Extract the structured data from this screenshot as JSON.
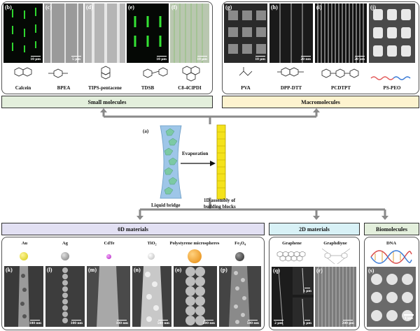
{
  "top_left": {
    "banner": "Small molecules",
    "panels": [
      {
        "label": "(b)",
        "scale": "10 μm",
        "molecule": "Calcein"
      },
      {
        "label": "(c)",
        "scale": "5 μm",
        "molecule": "BPEA"
      },
      {
        "label": "(d)",
        "scale": "",
        "molecule": "TIPS-pentacene"
      },
      {
        "label": "(e)",
        "scale": "10 μm",
        "molecule": "TDSB"
      },
      {
        "label": "(f)",
        "scale": "10 μm",
        "molecule": "C8-4ClPDI"
      }
    ]
  },
  "top_right": {
    "banner": "Macromolecules",
    "panels": [
      {
        "label": "(g)",
        "scale": "10 μm",
        "molecule": "PVA"
      },
      {
        "label": "(h)",
        "scale": "20 nm",
        "molecule": "DPP-DTT"
      },
      {
        "label": "(i)",
        "scale": "20 μm",
        "molecule": "PCDTPT"
      },
      {
        "label": "(j)",
        "scale": "",
        "molecule": "PS-PEO"
      }
    ]
  },
  "center": {
    "label": "(a)",
    "process": "Evaporation",
    "left_caption": "Liquid bridge",
    "right_caption_1": "1D assembly of",
    "right_caption_2": "building blocks"
  },
  "bottom_left": {
    "banner": "0D materials",
    "materials": [
      "Au",
      "Ag",
      "CdTe",
      "TiO₂",
      "Polystyrene microspheres",
      "Fe₃O₄"
    ],
    "materials_colors": [
      "#e7e21d",
      "#9a9a9a",
      "#c63bd0",
      "#d8d8d8",
      "#f39c12",
      "#444444"
    ],
    "panels": [
      {
        "label": "(k)",
        "scale": "100 nm"
      },
      {
        "label": "(l)",
        "scale": "100 nm"
      },
      {
        "label": "(m)",
        "scale": "100 nm"
      },
      {
        "label": "(n)",
        "scale": "500 nm"
      },
      {
        "label": "(o)",
        "scale": "500 nm"
      },
      {
        "label": "(p)",
        "scale": "500 nm"
      }
    ]
  },
  "bottom_mid": {
    "banner": "2D materials",
    "materials": [
      "Graphene",
      "Graphdiyne"
    ],
    "panels": [
      {
        "label": "(q)",
        "scale": "2 μm",
        "inset_scale_1": "1 μm",
        "inset_scale_2": "1 μm"
      },
      {
        "label": "(r)",
        "scale": "200 μm"
      }
    ]
  },
  "bottom_right": {
    "banner": "Biomolecules",
    "material": "DNA",
    "panel": {
      "label": "(s)",
      "scale": "1 μm"
    }
  }
}
